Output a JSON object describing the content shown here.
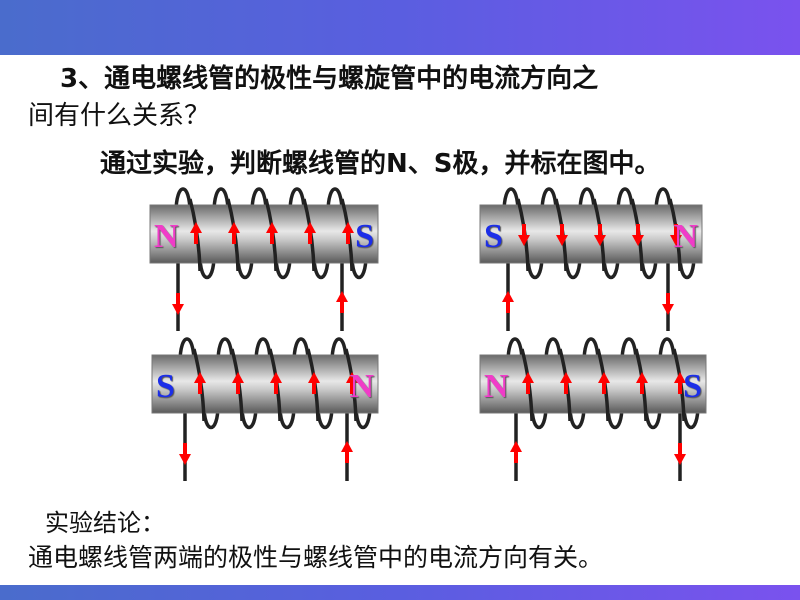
{
  "title_line1": "3、通电螺线管的极性与螺旋管中的电流方向之",
  "title_line2": "间有什么关系？",
  "instruction": "通过实验，判断螺线管的N、S极，并标在图中。",
  "conclusion_label": "实验结论：",
  "conclusion_text": "通电螺线管两端的极性与螺线管中的电流方向有关。",
  "colors": {
    "north": "#f03cc8",
    "south": "#1c2ee8",
    "arrow": "#ff0000",
    "band": "#5a5ee0"
  },
  "solenoids": [
    {
      "left_pole": "N",
      "right_pole": "S",
      "coil_current": "up",
      "left_lead_current": "down",
      "right_lead_current": "up"
    },
    {
      "left_pole": "S",
      "right_pole": "N",
      "coil_current": "down",
      "left_lead_current": "up",
      "right_lead_current": "down"
    },
    {
      "left_pole": "S",
      "right_pole": "N",
      "coil_current": "up",
      "left_lead_current": "down",
      "right_lead_current": "up"
    },
    {
      "left_pole": "N",
      "right_pole": "S",
      "coil_current": "up",
      "left_lead_current": "up",
      "right_lead_current": "down"
    }
  ]
}
